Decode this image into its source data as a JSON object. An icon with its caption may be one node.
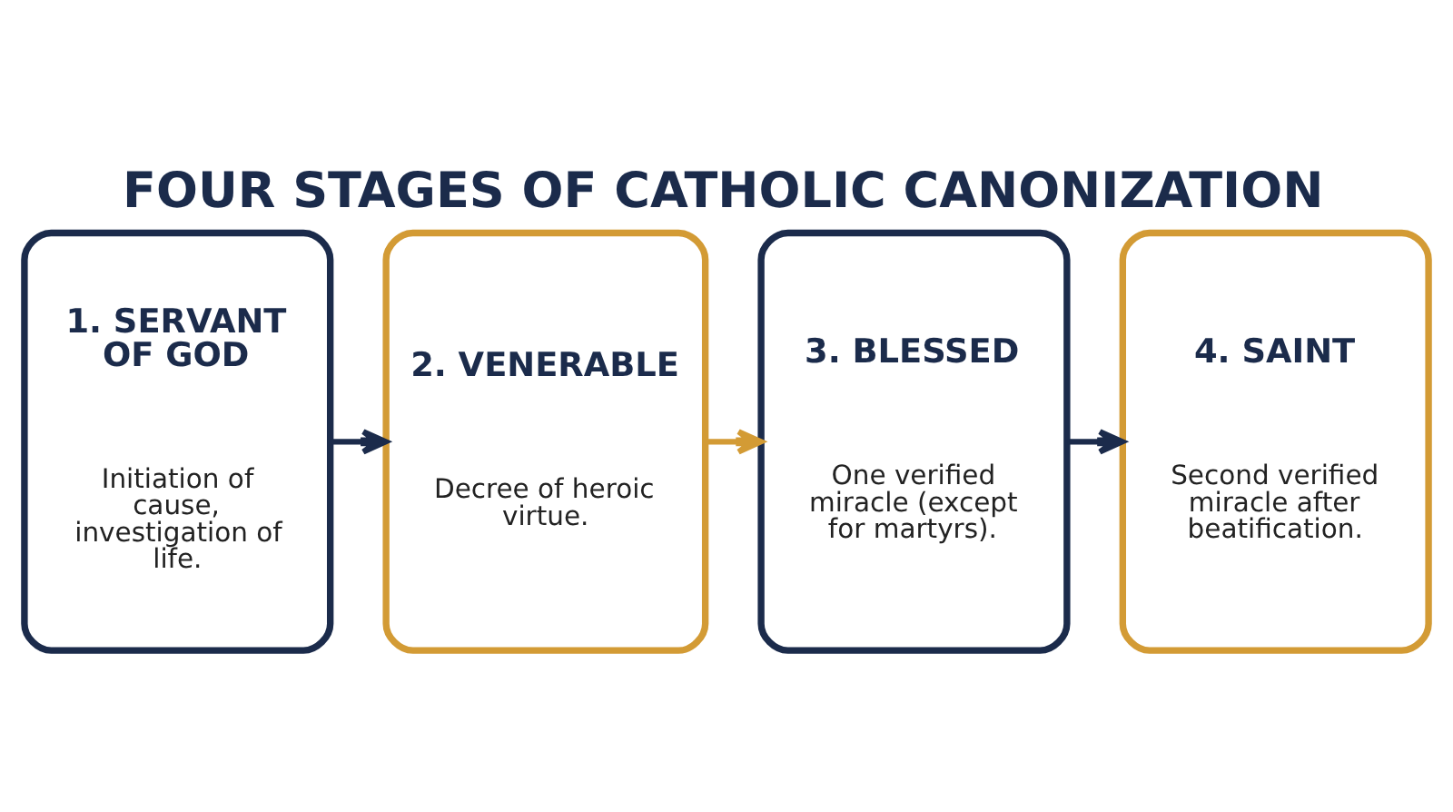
{
  "diagram": {
    "title": "FOUR STAGES OF CATHOLIC CANONIZATION",
    "nodes": [
      {
        "text": [
          "1. SERVANT OF GOD",
          "Initiation of cause, investigation of life."
        ]
      },
      {
        "text": [
          "2. VENERABLE",
          "Decree of heroic virtue."
        ]
      },
      {
        "text": [
          "3. BLESSED",
          "One verified miracle (except for martyrs)."
        ]
      },
      {
        "text": [
          "4. SAINT",
          "Second verified miracle after beatification."
        ]
      }
    ],
    "edges": [
      {
        "from": 0,
        "to": 1,
        "arrow": "to"
      },
      {
        "from": 1,
        "to": 2,
        "arrow": "to",
        "color": "#d39b35"
      },
      {
        "from": 2,
        "to": 3,
        "arrow": "to"
      }
    ]
  }
}
